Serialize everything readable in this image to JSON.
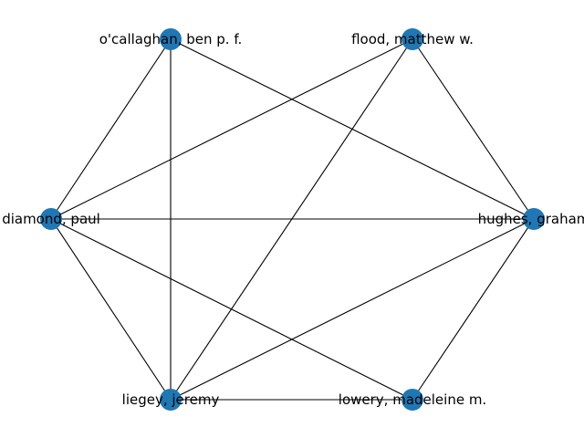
{
  "graph": {
    "node_color": "#1f77b4",
    "edge_color": "#000000",
    "nodes": [
      {
        "id": "ocallaghan",
        "label": "o'callaghan, ben p. f."
      },
      {
        "id": "flood",
        "label": "flood, matthew w."
      },
      {
        "id": "diamond",
        "label": "diamond, paul"
      },
      {
        "id": "hughes",
        "label": "hughes, graham"
      },
      {
        "id": "liegey",
        "label": "liegey, jeremy"
      },
      {
        "id": "lowery",
        "label": "lowery, madeleine m."
      }
    ],
    "edges": [
      [
        "ocallaghan",
        "diamond"
      ],
      [
        "ocallaghan",
        "liegey"
      ],
      [
        "ocallaghan",
        "hughes"
      ],
      [
        "flood",
        "diamond"
      ],
      [
        "flood",
        "liegey"
      ],
      [
        "flood",
        "hughes"
      ],
      [
        "diamond",
        "hughes"
      ],
      [
        "diamond",
        "liegey"
      ],
      [
        "diamond",
        "lowery"
      ],
      [
        "hughes",
        "liegey"
      ],
      [
        "hughes",
        "lowery"
      ],
      [
        "liegey",
        "lowery"
      ]
    ]
  }
}
